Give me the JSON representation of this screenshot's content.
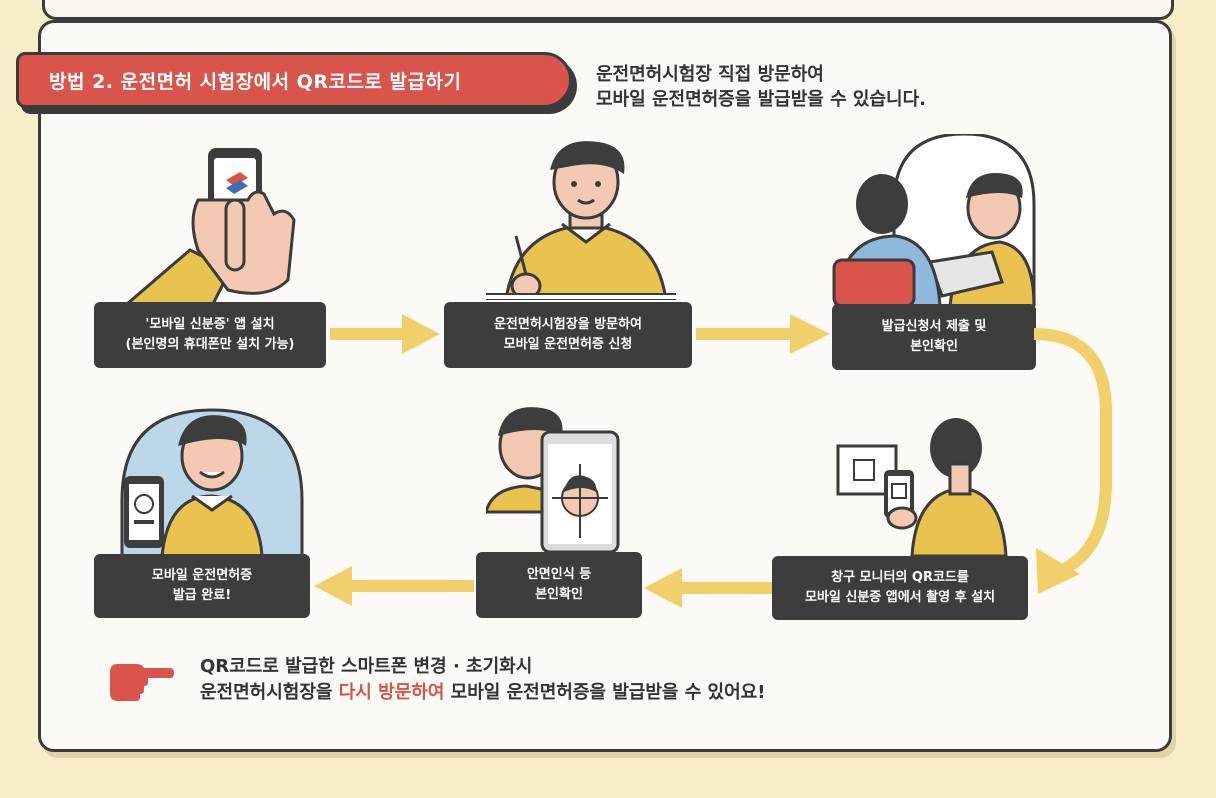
{
  "method": {
    "title": "방법 2. 운전면허 시험장에서 QR코드로 발급하기",
    "desc_line1": "운전면허시험장 직접 방문하여",
    "desc_line2": "모바일 운전면허증을 발급받을 수 있습니다."
  },
  "steps": [
    {
      "line1": "'모바일 신분증' 앱 설치",
      "line2": "(본인명의 휴대폰만 설치 가능)"
    },
    {
      "line1": "운전면허시험장을 방문하여",
      "line2": "모바일 운전면허증 신청"
    },
    {
      "line1": "발급신청서 제출 및",
      "line2": "본인확인"
    },
    {
      "line1": "창구 모니터의 QR코드를",
      "line2": "모바일 신분증 앱에서 촬영 후 설치"
    },
    {
      "line1": "안면인식 등",
      "line2": "본인확인"
    },
    {
      "line1": "모바일 운전면허증",
      "line2": "발급 완료!"
    }
  ],
  "note": {
    "line1": "QR코드로 발급한 스마트폰 변경 · 초기화시",
    "line2_prefix": "운전면허시험장을 ",
    "line2_highlight": "다시 방문하여",
    "line2_suffix": " 모바일 운전면허증을 발급받을 수 있어요!"
  },
  "colors": {
    "accent_red": "#d9544a",
    "arrow_yellow": "#f1cf6b",
    "box_dark": "#3d3d3d",
    "shirt_yellow": "#e9c250"
  },
  "icons": [
    "pointing-hand-icon",
    "arrow-right-icon",
    "arrow-left-icon",
    "curved-arrow-icon"
  ]
}
